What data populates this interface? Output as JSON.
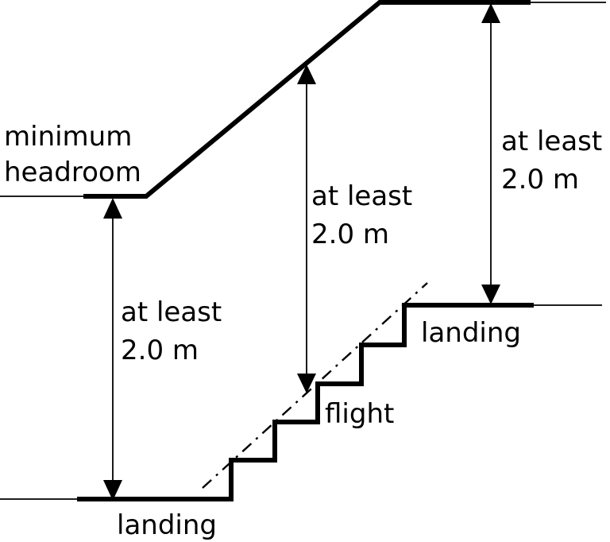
{
  "colors": {
    "background": "#ffffff",
    "ink": "#000000"
  },
  "labels": {
    "minimum_headroom": {
      "line1": "minimum",
      "line2": "headroom"
    },
    "flight": "flight",
    "landing_lower": "landing",
    "landing_upper": "landing"
  },
  "dimensions": {
    "left": {
      "line1": "at least",
      "line2": "2.0 m"
    },
    "middle": {
      "line1": "at least",
      "line2": "2.0 m"
    },
    "right": {
      "line1": "at least",
      "line2": "2.0 m"
    }
  }
}
